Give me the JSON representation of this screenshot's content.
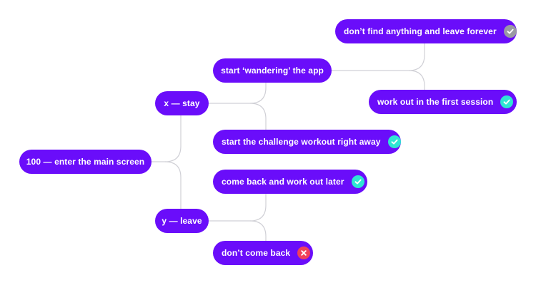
{
  "colors": {
    "node": "#6a0dfa",
    "node_text": "#ffffff",
    "connector": "#d0d0d6",
    "check_badge": "#2ee6d3",
    "neutral_badge": "#9a9aa3",
    "cross_badge": "#f0415a"
  },
  "nodes": {
    "root": {
      "label": "100 — enter the main screen"
    },
    "stay": {
      "label": "x — stay"
    },
    "leave": {
      "label": "y — leave"
    },
    "wandering": {
      "label": "start ‘wandering’ the app"
    },
    "challenge": {
      "label": "start the challenge workout right away",
      "status": "check-icon"
    },
    "come_back": {
      "label": "come back and work out later",
      "status": "check-icon"
    },
    "dont_come_back": {
      "label": "don’t come back",
      "status": "cross-icon"
    },
    "leave_forever": {
      "label": "don’t find anything and leave forever",
      "status": "check-icon-neutral"
    },
    "first_session": {
      "label": "work out in the first session",
      "status": "check-icon"
    }
  }
}
